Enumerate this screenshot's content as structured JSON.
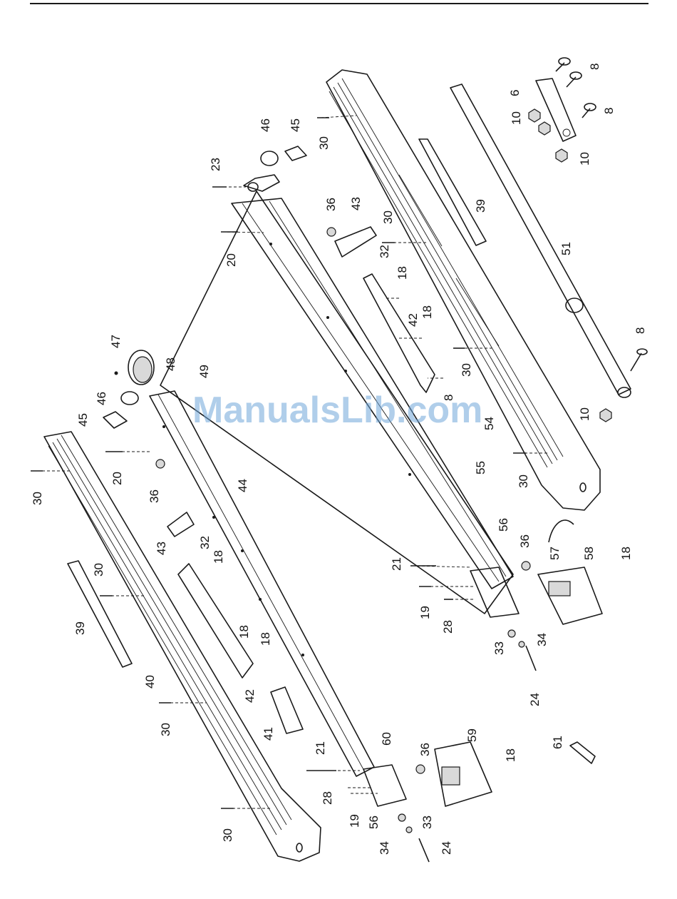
{
  "watermark": "ManualsLib.com",
  "colors": {
    "line": "#1a1a1a",
    "watermark": "#6fa6d8",
    "background": "#ffffff"
  },
  "callouts": [
    {
      "id": "c8a",
      "text": "8"
    },
    {
      "id": "c6",
      "text": "6"
    },
    {
      "id": "c8b",
      "text": "8"
    },
    {
      "id": "c10a",
      "text": "10"
    },
    {
      "id": "c10b",
      "text": "10"
    },
    {
      "id": "c30a",
      "text": "30"
    },
    {
      "id": "c46a",
      "text": "46"
    },
    {
      "id": "c45a",
      "text": "45"
    },
    {
      "id": "c23",
      "text": "23"
    },
    {
      "id": "c36a",
      "text": "36"
    },
    {
      "id": "c43a",
      "text": "43"
    },
    {
      "id": "c30b",
      "text": "30"
    },
    {
      "id": "c39a",
      "text": "39"
    },
    {
      "id": "c20a",
      "text": "20"
    },
    {
      "id": "c32a",
      "text": "32"
    },
    {
      "id": "c51",
      "text": "51"
    },
    {
      "id": "c18a",
      "text": "18"
    },
    {
      "id": "c18b",
      "text": "18"
    },
    {
      "id": "c42a",
      "text": "42"
    },
    {
      "id": "c8c",
      "text": "8"
    },
    {
      "id": "c47",
      "text": "47"
    },
    {
      "id": "c48",
      "text": "48"
    },
    {
      "id": "c49",
      "text": "49"
    },
    {
      "id": "c30c",
      "text": "30"
    },
    {
      "id": "c8d",
      "text": "8"
    },
    {
      "id": "c46b",
      "text": "46"
    },
    {
      "id": "c10c",
      "text": "10"
    },
    {
      "id": "c45b",
      "text": "45"
    },
    {
      "id": "c54",
      "text": "54"
    },
    {
      "id": "c20b",
      "text": "20"
    },
    {
      "id": "c30d",
      "text": "30"
    },
    {
      "id": "c55",
      "text": "55"
    },
    {
      "id": "c30e",
      "text": "30"
    },
    {
      "id": "c36b",
      "text": "36"
    },
    {
      "id": "c44",
      "text": "44"
    },
    {
      "id": "c43b",
      "text": "43"
    },
    {
      "id": "c32b",
      "text": "32"
    },
    {
      "id": "c56a",
      "text": "56"
    },
    {
      "id": "c36c",
      "text": "36"
    },
    {
      "id": "c57",
      "text": "57"
    },
    {
      "id": "c58",
      "text": "58"
    },
    {
      "id": "c18c",
      "text": "18"
    },
    {
      "id": "c21a",
      "text": "21"
    },
    {
      "id": "c18d",
      "text": "18"
    },
    {
      "id": "c30f",
      "text": "30"
    },
    {
      "id": "c19a",
      "text": "19"
    },
    {
      "id": "c28a",
      "text": "28"
    },
    {
      "id": "c18e",
      "text": "18"
    },
    {
      "id": "c18f",
      "text": "18"
    },
    {
      "id": "c39b",
      "text": "39"
    },
    {
      "id": "c33a",
      "text": "33"
    },
    {
      "id": "c34a",
      "text": "34"
    },
    {
      "id": "c40",
      "text": "40"
    },
    {
      "id": "c42b",
      "text": "42"
    },
    {
      "id": "c24a",
      "text": "24"
    },
    {
      "id": "c30g",
      "text": "30"
    },
    {
      "id": "c41",
      "text": "41"
    },
    {
      "id": "c61",
      "text": "61"
    },
    {
      "id": "c21b",
      "text": "21"
    },
    {
      "id": "c60",
      "text": "60"
    },
    {
      "id": "c59",
      "text": "59"
    },
    {
      "id": "c36d",
      "text": "36"
    },
    {
      "id": "c18g",
      "text": "18"
    },
    {
      "id": "c28b",
      "text": "28"
    },
    {
      "id": "c19b",
      "text": "19"
    },
    {
      "id": "c56b",
      "text": "56"
    },
    {
      "id": "c33b",
      "text": "33"
    },
    {
      "id": "c30h",
      "text": "30"
    },
    {
      "id": "c34b",
      "text": "34"
    },
    {
      "id": "c24b",
      "text": "24"
    }
  ]
}
